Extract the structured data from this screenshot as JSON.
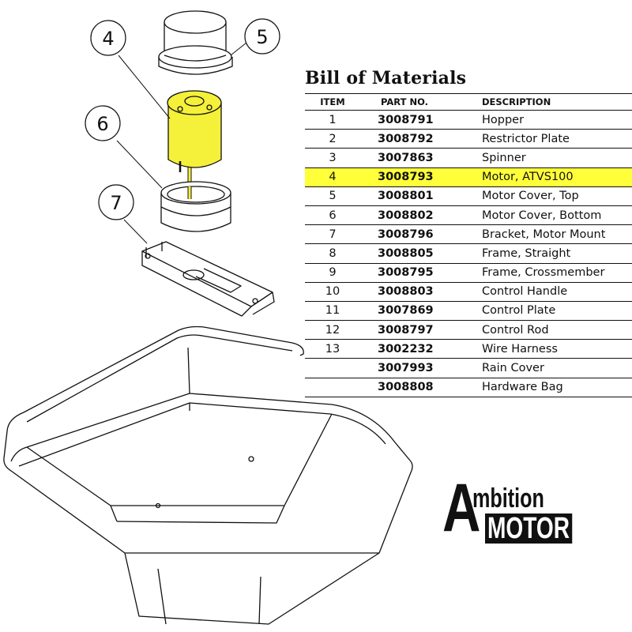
{
  "callouts": {
    "c4": "4",
    "c5": "5",
    "c6": "6",
    "c7": "7"
  },
  "bom": {
    "title": "Bill of Materials",
    "headers": [
      "ITEM",
      "PART NO.",
      "DESCRIPTION"
    ],
    "rows": [
      {
        "item": "1",
        "part": "3008791",
        "desc": "Hopper"
      },
      {
        "item": "2",
        "part": "3008792",
        "desc": "Restrictor Plate"
      },
      {
        "item": "3",
        "part": "3007863",
        "desc": "Spinner"
      },
      {
        "item": "4",
        "part": "3008793",
        "desc": "Motor, ATVS100"
      },
      {
        "item": "5",
        "part": "3008801",
        "desc": "Motor Cover, Top"
      },
      {
        "item": "6",
        "part": "3008802",
        "desc": "Motor Cover, Bottom"
      },
      {
        "item": "7",
        "part": "3008796",
        "desc": "Bracket, Motor Mount"
      },
      {
        "item": "8",
        "part": "3008805",
        "desc": "Frame, Straight"
      },
      {
        "item": "9",
        "part": "3008795",
        "desc": "Frame, Crossmember"
      },
      {
        "item": "10",
        "part": "3008803",
        "desc": "Control Handle"
      },
      {
        "item": "11",
        "part": "3007869",
        "desc": "Control Plate"
      },
      {
        "item": "12",
        "part": "3008797",
        "desc": "Control Rod"
      },
      {
        "item": "13",
        "part": "3002232",
        "desc": "Wire Harness"
      },
      {
        "item": "",
        "part": "3007993",
        "desc": "Rain Cover"
      },
      {
        "item": "",
        "part": "3008808",
        "desc": "Hardware Bag"
      }
    ],
    "highlight_item": "4"
  },
  "logo": {
    "letter": "A",
    "word1": "mbition",
    "word2": "MOTOR"
  },
  "colors": {
    "highlight": "#ffff3a",
    "motor": "#f5f03a",
    "line": "#111111"
  }
}
